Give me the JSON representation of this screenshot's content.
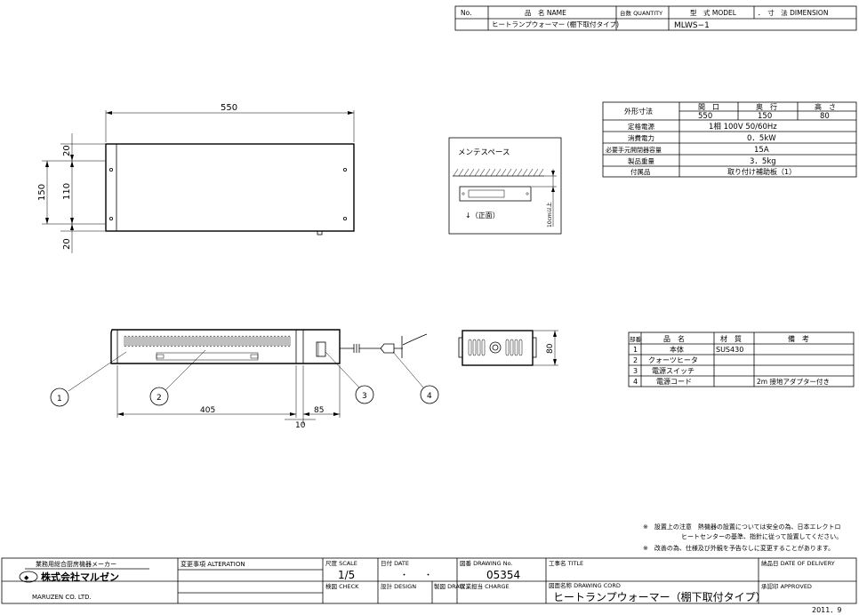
{
  "header": {
    "no_label": "No.",
    "name_label": "品　名 NAME",
    "qty_label": "台数 QUANTITY",
    "model_label": "型　式 MODEL",
    "dim_label": "．　寸　法 DIMENSION",
    "name_value": "ヒートランプウォーマー (棚下取付タイプ)",
    "model_value": "MLWS−1"
  },
  "front_view": {
    "dim_width": "550",
    "dim_total": "150",
    "dim_top": "20",
    "dim_mid": "110",
    "dim_bottom": "20"
  },
  "maintenance": {
    "title": "メンテスペース",
    "front_label": "↓（正面）",
    "clearance_label": "10cm以上"
  },
  "spec_table": {
    "col_headers": [
      "間　口",
      "奥　行",
      "高　さ"
    ],
    "rows": [
      {
        "label": "外形寸法",
        "values": [
          "550",
          "150",
          "80"
        ]
      },
      {
        "label": "定格電源",
        "value": "1相 100V 50/60Hz"
      },
      {
        "label": "消費電力",
        "value": "0．5kW"
      },
      {
        "label": "必要手元開閉器容量",
        "value": "15A"
      },
      {
        "label": "製品重量",
        "value": "3．5kg"
      },
      {
        "label": "付属品",
        "value": "取り付け補助板（1）"
      }
    ]
  },
  "side_view": {
    "dim_left": "405",
    "dim_right": "85",
    "dim_gap": "10",
    "dim_height": "80",
    "callouts": [
      "1",
      "2",
      "3",
      "4"
    ]
  },
  "parts_table": {
    "headers": [
      "部番",
      "品　名",
      "材　質",
      "備　考"
    ],
    "rows": [
      [
        "1",
        "本体",
        "SUS430",
        ""
      ],
      [
        "2",
        "クォーツヒータ",
        "",
        ""
      ],
      [
        "3",
        "電源スイッチ",
        "",
        ""
      ],
      [
        "4",
        "電源コード",
        "",
        "2m 接地アダプター付き"
      ]
    ]
  },
  "notes": [
    "※　設置上の注意　熱機器の設置については安全の為、日本エレクトロ",
    "ヒートセンターの基準、指針に従って設置してください。",
    "※　改善の為、仕様及び外観を予告なしに変更することがあります。"
  ],
  "title_block": {
    "maker_tagline": "業務用総合厨房機器メーカー",
    "company_name": "株式会社マルゼン",
    "company_en": "MARUZEN CO. LTD.",
    "alteration_label": "変更事項 ALTERATION",
    "scale_label": "尺度 SCALE",
    "scale_value": "1/5",
    "date_label": "日付 DATE",
    "date_value": "・　　・",
    "drawing_no_label": "図番 DRAWING No.",
    "drawing_no_value": "05354",
    "title_label": "工事名 TITLE",
    "delivery_label": "納品日 DATE OF DELIVERY",
    "check_label": "検図 CHECK",
    "design_label": "設計 DESIGN",
    "draw_label": "製図 DRAW",
    "charge_label": "営業担当 CHARGE",
    "drawing_cord_label": "図面名称 DRAWING CORD",
    "drawing_cord_value": "ヒートランプウォーマー（棚下取付タイプ）",
    "approved_label": "承認印 APPROVED",
    "year": "2011．9"
  }
}
